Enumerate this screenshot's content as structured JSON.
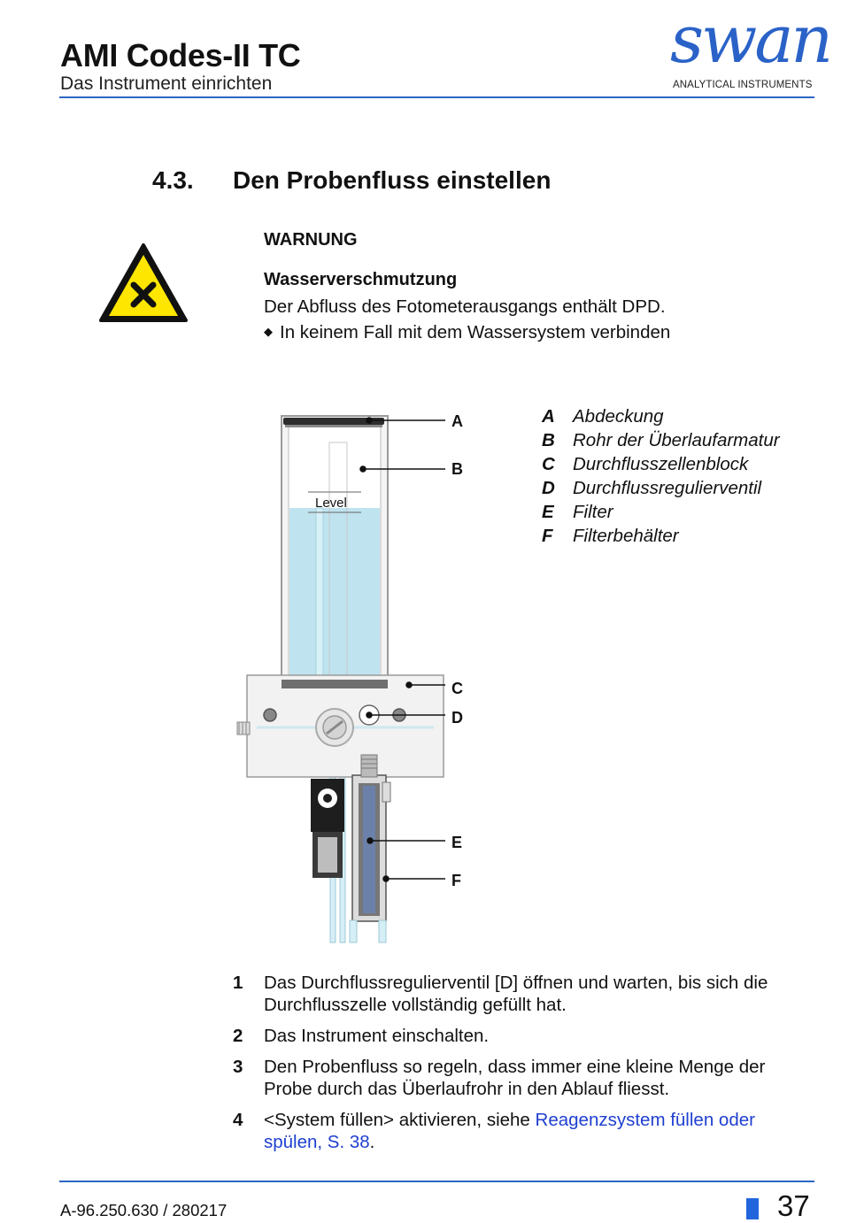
{
  "header": {
    "title": "AMI Codes-II TC",
    "subtitle": "Das Instrument einrichten",
    "logo_word": "swan",
    "logo_sub": "ANALYTICAL INSTRUMENTS"
  },
  "section": {
    "number": "4.3.",
    "title": "Den Probenfluss einstellen"
  },
  "warning": {
    "icon": "harmful-substance-warning-icon",
    "title": "WARNUNG",
    "subtitle": "Wasserverschmutzung",
    "text": "Der Abfluss des Fotometerausgangs enthält DPD.",
    "bullet_symbol": "◆",
    "bullet": "In keinem Fall mit dem Wassersystem verbinden"
  },
  "figure": {
    "level_label": "Level",
    "callouts": [
      "A",
      "B",
      "C",
      "D",
      "E",
      "F"
    ]
  },
  "legend": [
    {
      "key": "A",
      "label": "Abdeckung"
    },
    {
      "key": "B",
      "label": "Rohr der Überlaufarmatur"
    },
    {
      "key": "C",
      "label": "Durchflusszellenblock"
    },
    {
      "key": "D",
      "label": "Durchflussregulierventil"
    },
    {
      "key": "E",
      "label": "Filter"
    },
    {
      "key": "F",
      "label": "Filterbehälter"
    }
  ],
  "steps": [
    {
      "num": "1",
      "text": "Das Durchflussregulierventil [D] öffnen und warten, bis sich die Durchflusszelle vollständig gefüllt hat."
    },
    {
      "num": "2",
      "text": "Das Instrument einschalten."
    },
    {
      "num": "3",
      "text": "Den Probenfluss so regeln, dass immer eine kleine Menge der Probe durch das Überlaufrohr in den Ablauf fliesst."
    },
    {
      "num": "4",
      "text": "<System füllen> aktivieren, siehe ",
      "link": "Reagenzsystem füllen oder spülen, S. 38",
      "after": "."
    }
  ],
  "footer": {
    "doc_id": "A-96.250.630 / 280217",
    "page": "37"
  },
  "colors": {
    "accent": "#2b66c4",
    "link": "#1f3fd0",
    "water": "#bfe3ef",
    "warning_yellow": "#ffe600"
  }
}
